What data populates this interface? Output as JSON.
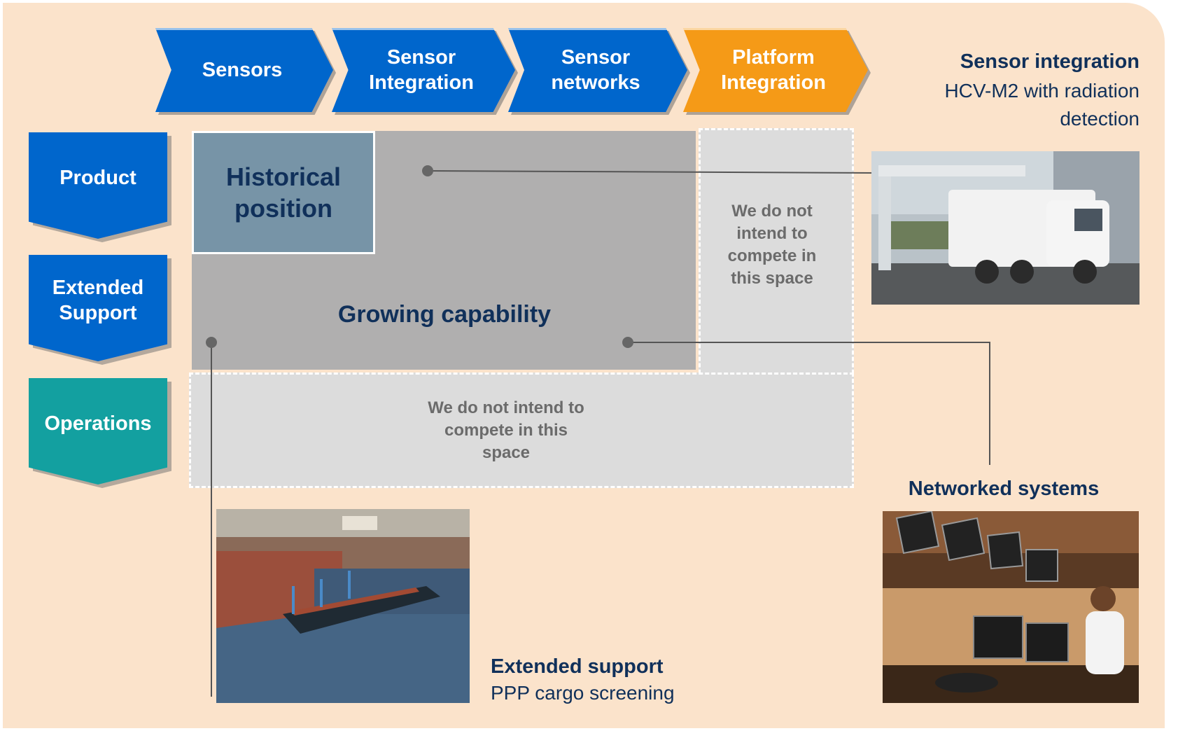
{
  "stages": [
    {
      "label": "Sensors",
      "color": "#0066cc"
    },
    {
      "label": "Sensor Integration",
      "color": "#0066cc"
    },
    {
      "label": "Sensor networks",
      "color": "#0066cc"
    },
    {
      "label": "Platform Integration",
      "color": "#f59a17"
    }
  ],
  "levels": [
    {
      "label": "Product",
      "color": "#0066cc"
    },
    {
      "label": "Extended Support",
      "color": "#0066cc"
    },
    {
      "label": "Operations",
      "color": "#13a0a0"
    }
  ],
  "regions": {
    "historical": "Historical position",
    "growing": "Growing capability",
    "no_compete_right": "We do not intend to compete in this space",
    "no_compete_bottom": "We do not intend to compete in this space"
  },
  "callouts": {
    "sensor_integration": {
      "title": "Sensor integration",
      "subtitle": "HCV-M2 with radiation detection"
    },
    "networked": {
      "title": "Networked  systems"
    },
    "extended_support": {
      "title": "Extended support",
      "subtitle": "PPP cargo screening"
    }
  },
  "images": {
    "truck": "truck-photo",
    "control_room": "control-room-photo",
    "port": "port-photo"
  }
}
